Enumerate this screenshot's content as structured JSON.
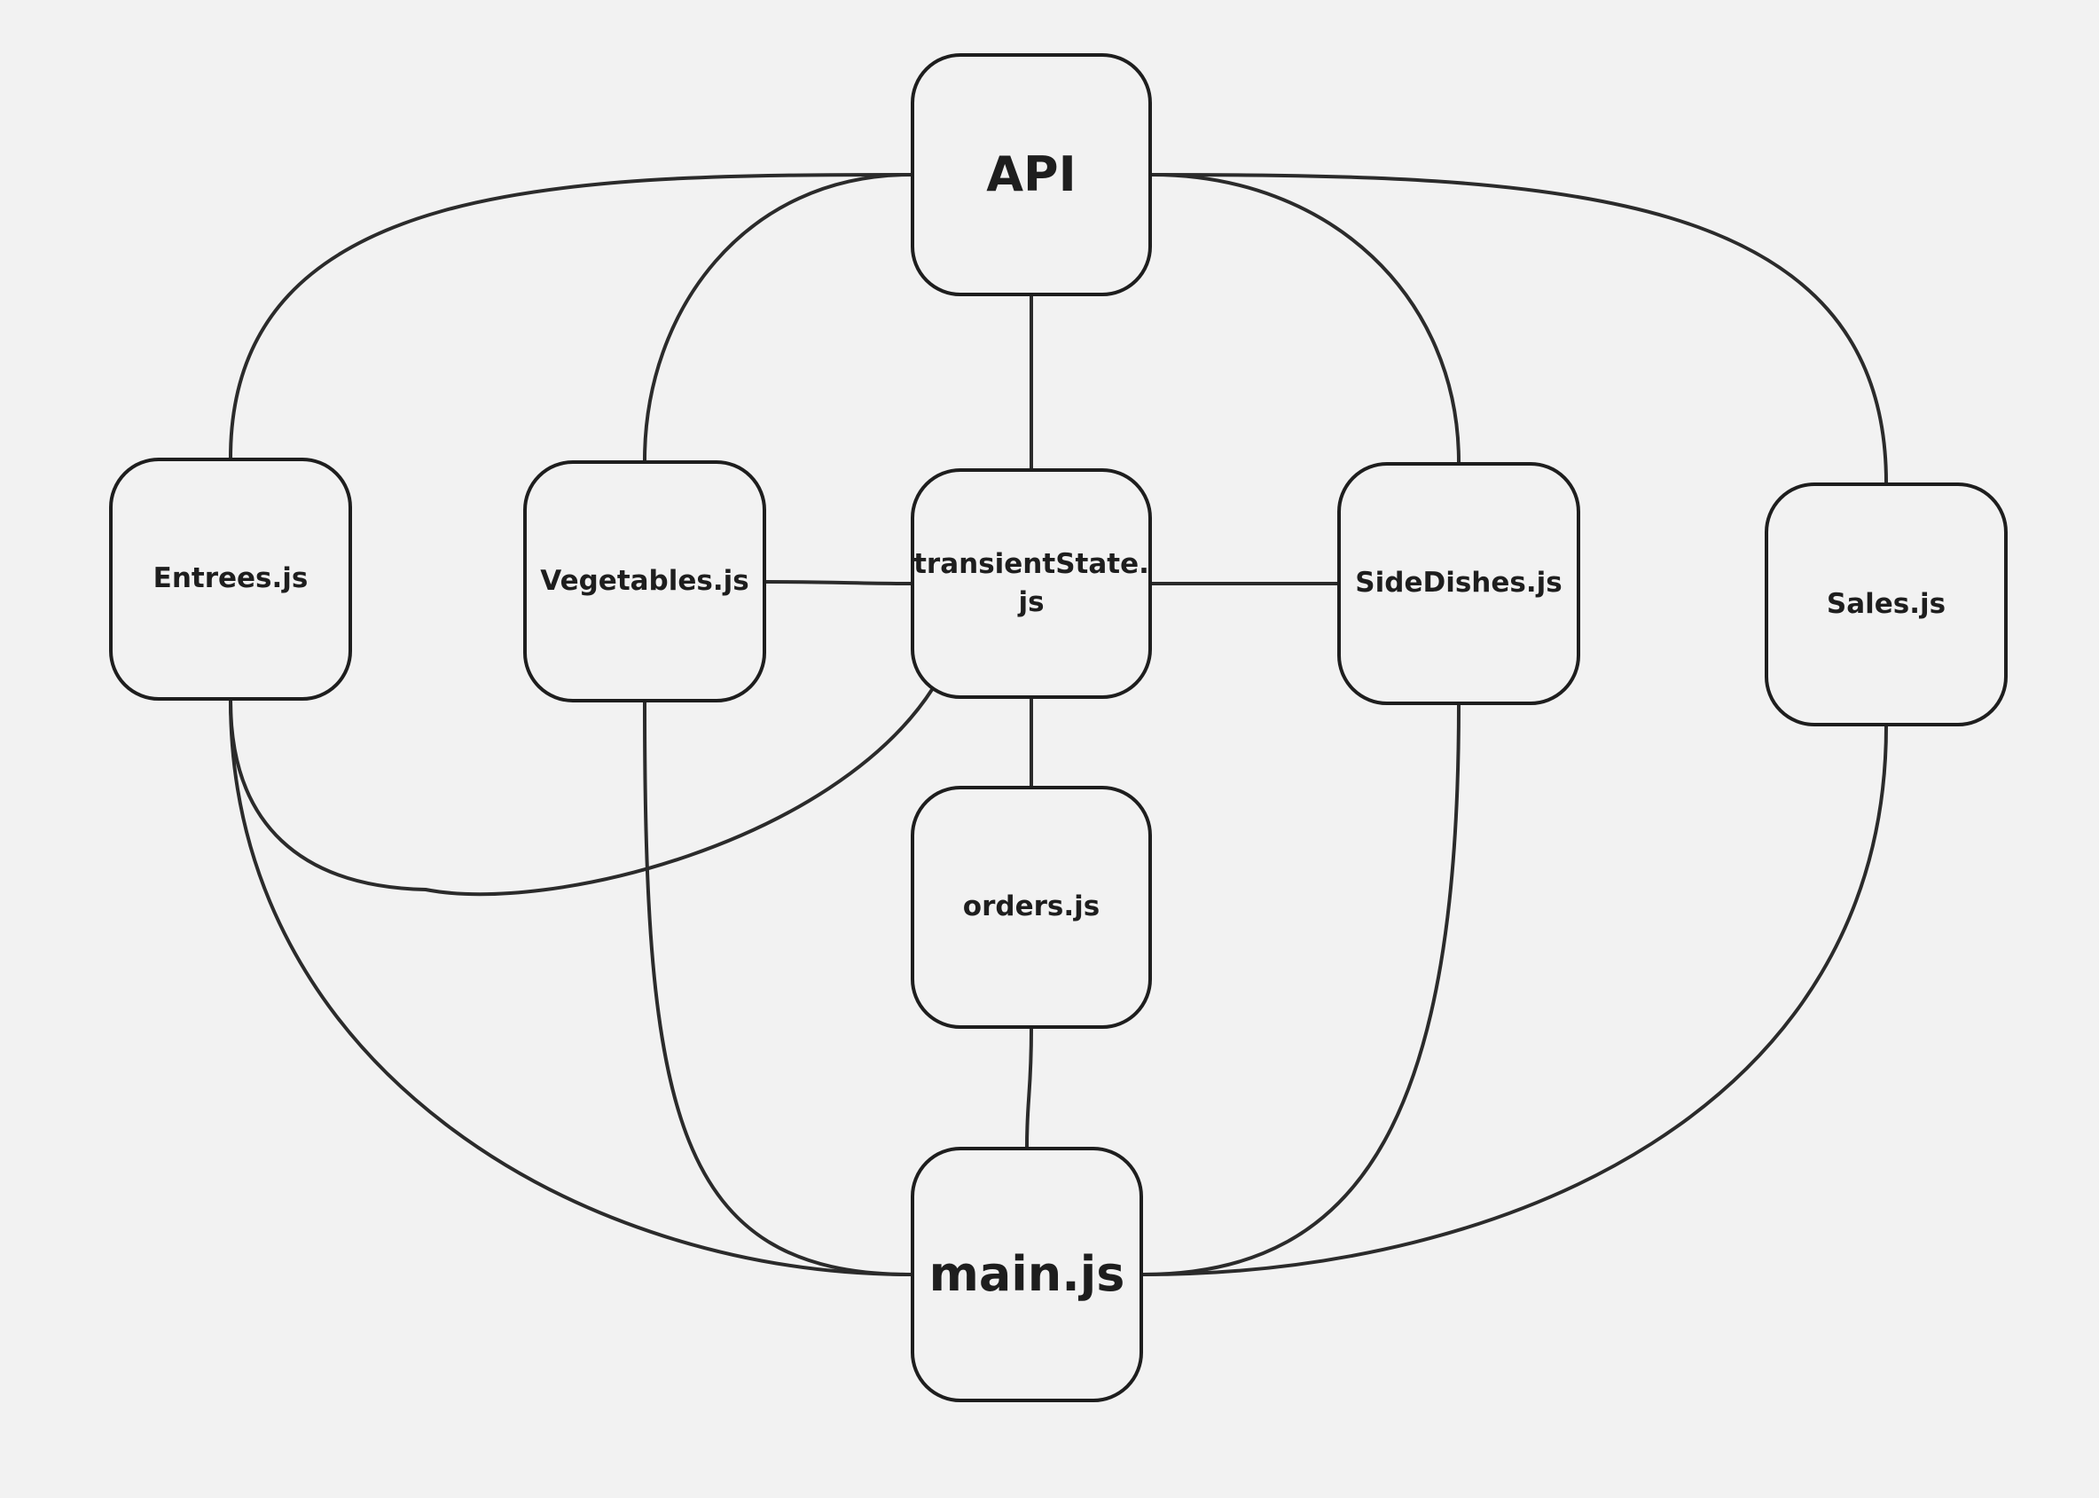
{
  "diagram": {
    "nodes": {
      "api": "API",
      "entrees": "Entrees.js",
      "vegetables": "Vegetables.js",
      "transient_state": "transientState.\njs",
      "side_dishes": "SideDishes.js",
      "sales": "Sales.js",
      "orders": "orders.js",
      "main": "main.js"
    },
    "edges": [
      [
        "API",
        "Entrees.js"
      ],
      [
        "API",
        "Vegetables.js"
      ],
      [
        "API",
        "transientState.js"
      ],
      [
        "API",
        "SideDishes.js"
      ],
      [
        "API",
        "Sales.js"
      ],
      [
        "Vegetables.js",
        "transientState.js"
      ],
      [
        "transientState.js",
        "SideDishes.js"
      ],
      [
        "transientState.js",
        "Entrees.js"
      ],
      [
        "transientState.js",
        "orders.js"
      ],
      [
        "orders.js",
        "main.js"
      ],
      [
        "Entrees.js",
        "main.js"
      ],
      [
        "Vegetables.js",
        "main.js"
      ],
      [
        "SideDishes.js",
        "main.js"
      ],
      [
        "Sales.js",
        "main.js"
      ]
    ],
    "colors": {
      "background": "#f2f2f2",
      "stroke": "#1e1e1e"
    }
  }
}
